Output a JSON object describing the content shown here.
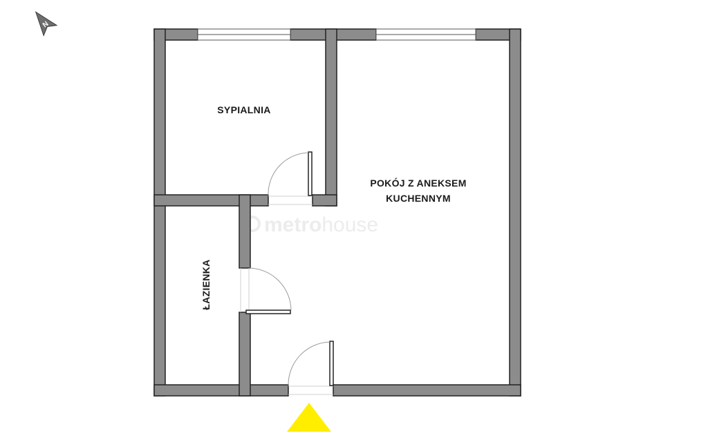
{
  "rooms": {
    "bedroom": "SYPIALNIA",
    "living_line1": "POKÓJ Z ANEKSEM",
    "living_line2": "KUCHENNYM",
    "bathroom": "ŁAZIENKA"
  },
  "compass": {
    "letter": "N"
  },
  "watermark": {
    "part1": "metro",
    "part2": "house"
  },
  "colors": {
    "wall": "#8c8c8c",
    "wall_outline": "#222222",
    "entrance_marker": "#ffee00"
  }
}
